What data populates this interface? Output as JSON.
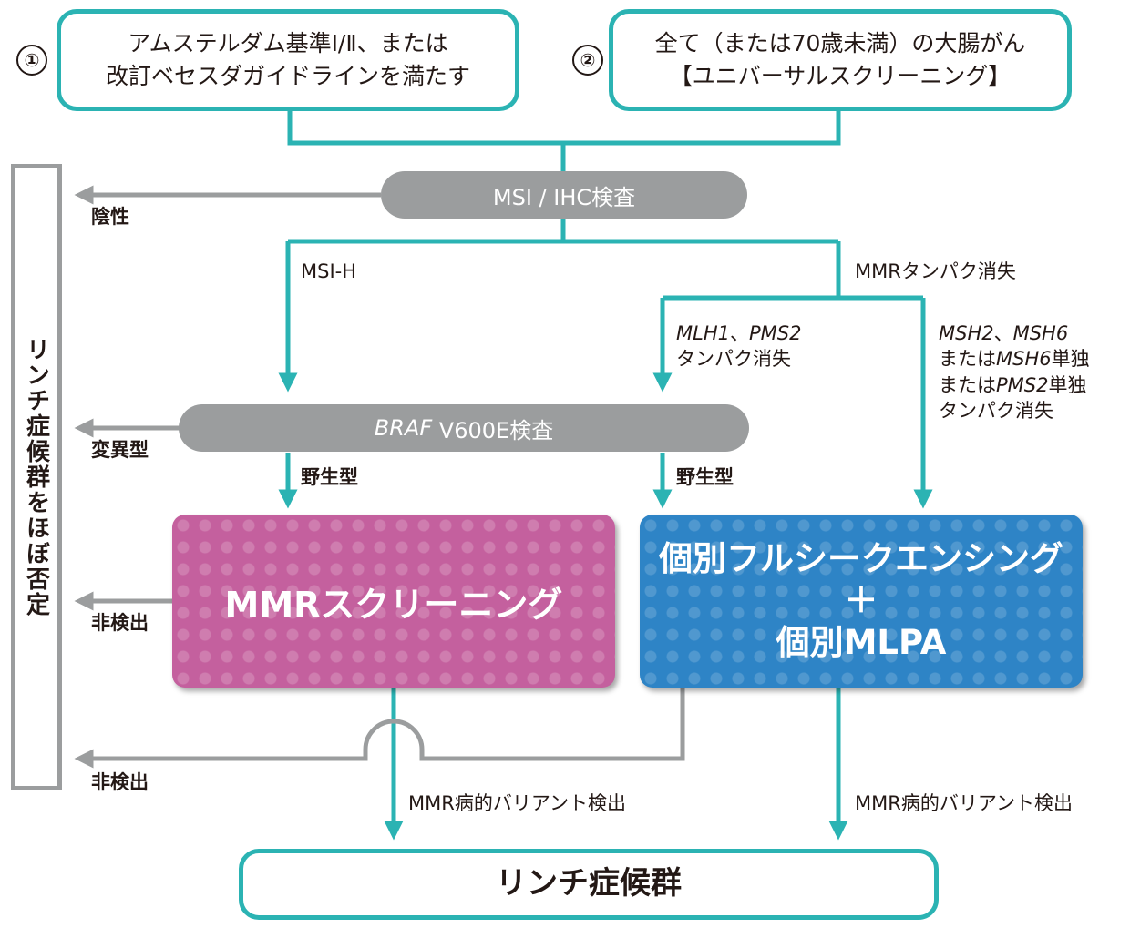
{
  "criteria": {
    "num1": "①",
    "box1_line1": "アムステルダム基準Ⅰ/Ⅱ、または",
    "box1_line2": "改訂ベセスダガイドラインを満たす",
    "num2": "②",
    "box2_line1": "全て（または70歳未満）の大腸がん",
    "box2_line2": "【ユニバーサルスクリーニング】"
  },
  "msi_test": "MSI / IHC検査",
  "braf_test": {
    "gene": "BRAF",
    "rest": " V600E検査"
  },
  "side_box": "リンチ症候群をほぼ否定",
  "labels": {
    "negative": "陰性",
    "msi_h": "MSI-H",
    "mmr_loss": "MMRタンパク消失",
    "mlh1_a": "MLH1",
    "mlh1_sep": "、",
    "mlh1_b": "PMS2",
    "mlh1_line2": "タンパク消失",
    "msh_a": "MSH2",
    "msh_sep": "、",
    "msh_b": "MSH6",
    "msh_line2_pre": "または",
    "msh_line2_gene": "MSH6",
    "msh_line2_post": "単独",
    "msh_line3_pre": "または",
    "msh_line3_gene": "PMS2",
    "msh_line3_post": "単独",
    "msh_line4": "タンパク消失",
    "variant_type": "変異型",
    "wild_type_left": "野生型",
    "wild_type_right": "野生型",
    "not_detected_1": "非検出",
    "not_detected_2": "非検出",
    "mmr_variant_left": "MMR病的バリアント検出",
    "mmr_variant_right": "MMR病的バリアント検出"
  },
  "mmr_screening": "MMRスクリーニング",
  "sequencing": {
    "line1": "個別フルシークエンシング",
    "plus": "＋",
    "line3": "個別MLPA"
  },
  "final": "リンチ症候群",
  "colors": {
    "teal": "#2bb3b3",
    "gray": "#9b9d9e",
    "pink": "#c4609e",
    "blue": "#2e84c6"
  }
}
